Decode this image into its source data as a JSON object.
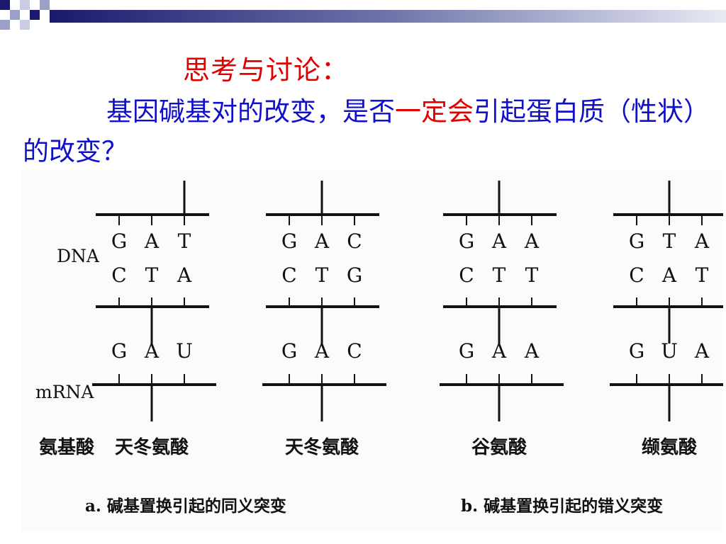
{
  "heading": "思考与讨论：",
  "question": {
    "before": "基因碱基对的改变，是否",
    "highlight": "一定会",
    "after": "引起蛋白质（性状）的改变？"
  },
  "figure": {
    "dna_label": "DNA",
    "mrna_label": "mRNA",
    "aa_label": "氨基酸",
    "columns": [
      {
        "top": [
          "G",
          "A",
          "T"
        ],
        "bottom": [
          "C",
          "T",
          "A"
        ],
        "mrna": [
          "G",
          "A",
          "U"
        ],
        "amino_acid": "天冬氨酸",
        "marker": 2
      },
      {
        "top": [
          "G",
          "A",
          "C"
        ],
        "bottom": [
          "C",
          "T",
          "G"
        ],
        "mrna": [
          "G",
          "A",
          "C"
        ],
        "amino_acid": "天冬氨酸",
        "marker": 1
      },
      {
        "top": [
          "G",
          "A",
          "A"
        ],
        "bottom": [
          "C",
          "T",
          "T"
        ],
        "mrna": [
          "G",
          "A",
          "A"
        ],
        "amino_acid": "谷氨酸",
        "marker": 1
      },
      {
        "top": [
          "G",
          "T",
          "A"
        ],
        "bottom": [
          "C",
          "A",
          "T"
        ],
        "mrna": [
          "G",
          "U",
          "A"
        ],
        "amino_acid": "缬氨酸",
        "marker": 1
      }
    ],
    "caption_a": "a. 碱基置换引起的同义突变",
    "caption_b": "b. 碱基置换引起的错义突变"
  },
  "colors": {
    "heading": "#e00000",
    "question": "#1010c8",
    "highlight": "#e00000",
    "bar_dark": "#1a1a6e",
    "bar_light": "#9aa0c8"
  }
}
